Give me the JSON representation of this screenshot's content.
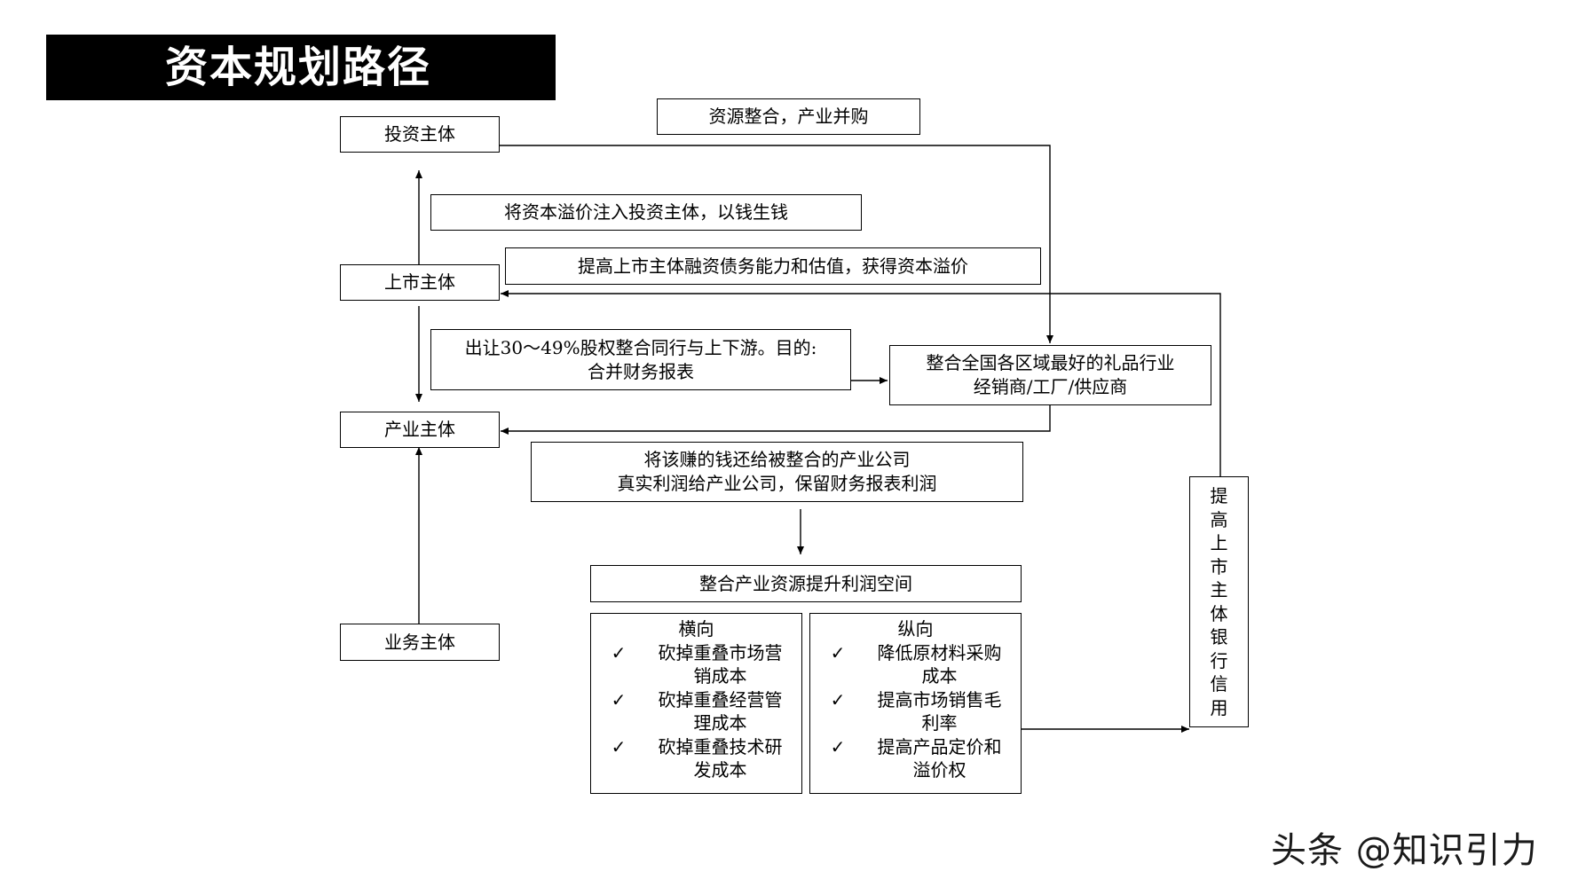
{
  "title": "资本规划路径",
  "entities": {
    "investment": "投资主体",
    "listed": "上市主体",
    "industry": "产业主体",
    "business": "业务主体"
  },
  "labels": {
    "resource_merge": "资源整合，产业并购",
    "inject_premium": "将资本溢价注入投资主体，以钱生钱",
    "raise_financing": "提高上市主体融资债务能力和估值，获得资本溢价",
    "transfer_equity_line1": "出让30～49%股权整合同行与上下游。目的:",
    "transfer_equity_line2": "合并财务报表",
    "integrate_line1": "整合全国各区域最好的礼品行业",
    "integrate_line2": "经销商/工厂/供应商",
    "return_money_line1": "将该赚的钱还给被整合的产业公司",
    "return_money_line2": "真实利润给产业公司，保留财务报表利润",
    "profit_space": "整合产业资源提升利润空间",
    "bank_credit": [
      "提",
      "高",
      "上",
      "市",
      "主",
      "体",
      "银",
      "行",
      "信",
      "用"
    ]
  },
  "horizontal": {
    "heading": "横向",
    "items": [
      {
        "mark": "✓",
        "line1": "砍掉重叠市场营",
        "line2": "销成本"
      },
      {
        "mark": "✓",
        "line1": "砍掉重叠经营管",
        "line2": "理成本"
      },
      {
        "mark": "✓",
        "line1": "砍掉重叠技术研",
        "line2": "发成本"
      }
    ]
  },
  "vertical": {
    "heading": "纵向",
    "items": [
      {
        "mark": "✓",
        "line1": "降低原材料采购",
        "line2": "成本"
      },
      {
        "mark": "✓",
        "line1": "提高市场销售毛",
        "line2": "利率"
      },
      {
        "mark": "✓",
        "line1": "提高产品定价和",
        "line2": "溢价权"
      }
    ]
  },
  "watermark": "头条 @知识引力"
}
